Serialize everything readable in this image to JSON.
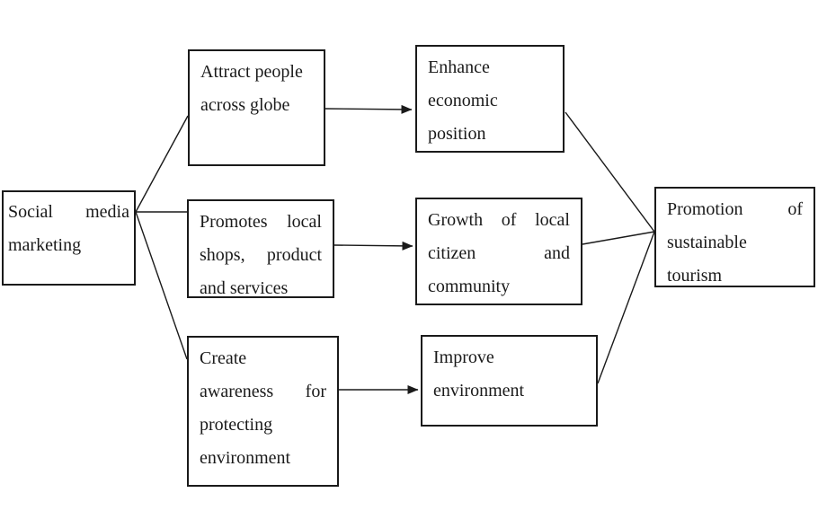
{
  "diagram": {
    "colors": {
      "background": "#ffffff",
      "stroke": "#1a1a1a",
      "text": "#1a1a1a"
    },
    "boxes": {
      "social": {
        "label": "Social media marketing",
        "lines": [
          "Social media",
          "marketing"
        ]
      },
      "attract": {
        "label": "Attract people across globe",
        "lines": [
          "Attract people",
          "across globe"
        ]
      },
      "enhance": {
        "label": "Enhance economic position",
        "lines": [
          "Enhance",
          "economic",
          "position"
        ]
      },
      "promotes": {
        "label": "Promotes local shops, product and services",
        "lines": [
          "Promotes local",
          "shops, product",
          "and services"
        ]
      },
      "growth": {
        "label": "Growth of local citizen and community",
        "lines": [
          "Growth of local",
          "citizen and",
          "community"
        ]
      },
      "create": {
        "label": "Create awareness for protecting environment",
        "lines": [
          "Create",
          "awareness for",
          "protecting",
          "environment"
        ]
      },
      "improve": {
        "label": "Improve environment",
        "lines": [
          "Improve",
          "environment"
        ]
      },
      "promotion": {
        "label": "Promotion of sustainable tourism",
        "lines": [
          "Promotion of",
          "sustainable",
          "tourism"
        ]
      }
    },
    "edges": [
      {
        "from": "social",
        "to": "attract",
        "arrow": false
      },
      {
        "from": "social",
        "to": "promotes",
        "arrow": false
      },
      {
        "from": "social",
        "to": "create",
        "arrow": false
      },
      {
        "from": "attract",
        "to": "enhance",
        "arrow": true
      },
      {
        "from": "promotes",
        "to": "growth",
        "arrow": true
      },
      {
        "from": "create",
        "to": "improve",
        "arrow": true
      },
      {
        "from": "enhance",
        "to": "promotion",
        "arrow": false
      },
      {
        "from": "growth",
        "to": "promotion",
        "arrow": false
      },
      {
        "from": "improve",
        "to": "promotion",
        "arrow": false
      }
    ]
  }
}
